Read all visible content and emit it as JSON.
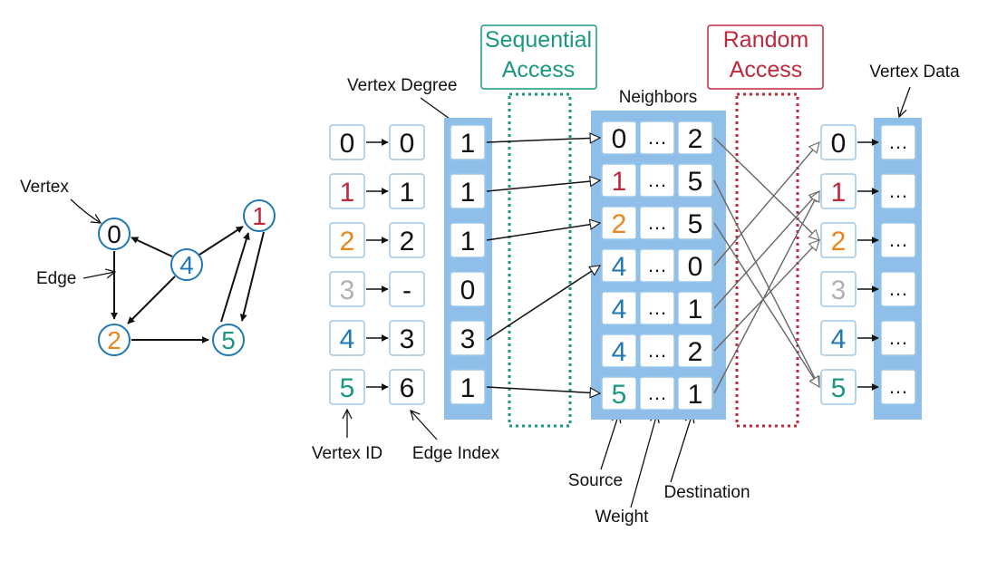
{
  "colors": {
    "v0": "#111111",
    "v1": "#c0283c",
    "v2": "#e8861e",
    "v3": "#b0b0b0",
    "v4": "#1f77b4",
    "v5": "#1a9880",
    "panel": "#8fbfe8",
    "cell_border": "#9cc8ec",
    "sequential": "#1a9880",
    "random": "#c0283c"
  },
  "graph": {
    "vertex_label": "Vertex",
    "edge_label": "Edge",
    "vertices": [
      {
        "id": "0",
        "color_key": "v0"
      },
      {
        "id": "1",
        "color_key": "v1"
      },
      {
        "id": "2",
        "color_key": "v2"
      },
      {
        "id": "4",
        "color_key": "v4"
      },
      {
        "id": "5",
        "color_key": "v5"
      }
    ]
  },
  "labels": {
    "vertex_degree": "Vertex Degree",
    "neighbors": "Neighbors",
    "vertex_data": "Vertex Data",
    "vertex_id": "Vertex ID",
    "edge_index": "Edge Index",
    "source": "Source",
    "weight": "Weight",
    "destination": "Destination",
    "sequential_line1": "Sequential",
    "sequential_line2": "Access",
    "random_line1": "Random",
    "random_line2": "Access"
  },
  "vertex_ids": [
    "0",
    "1",
    "2",
    "3",
    "4",
    "5"
  ],
  "edge_index": [
    "0",
    "1",
    "2",
    "-",
    "3",
    "6"
  ],
  "degrees": [
    "1",
    "1",
    "1",
    "0",
    "3",
    "1"
  ],
  "neighbors": [
    {
      "src": "0",
      "weight": "…",
      "dst": "2"
    },
    {
      "src": "1",
      "weight": "…",
      "dst": "5"
    },
    {
      "src": "2",
      "weight": "…",
      "dst": "5"
    },
    {
      "src": "4",
      "weight": "…",
      "dst": "0"
    },
    {
      "src": "4",
      "weight": "…",
      "dst": "1"
    },
    {
      "src": "4",
      "weight": "…",
      "dst": "2"
    },
    {
      "src": "5",
      "weight": "…",
      "dst": "1"
    }
  ],
  "vertex_data": [
    "…",
    "…",
    "…",
    "…",
    "…",
    "…"
  ]
}
